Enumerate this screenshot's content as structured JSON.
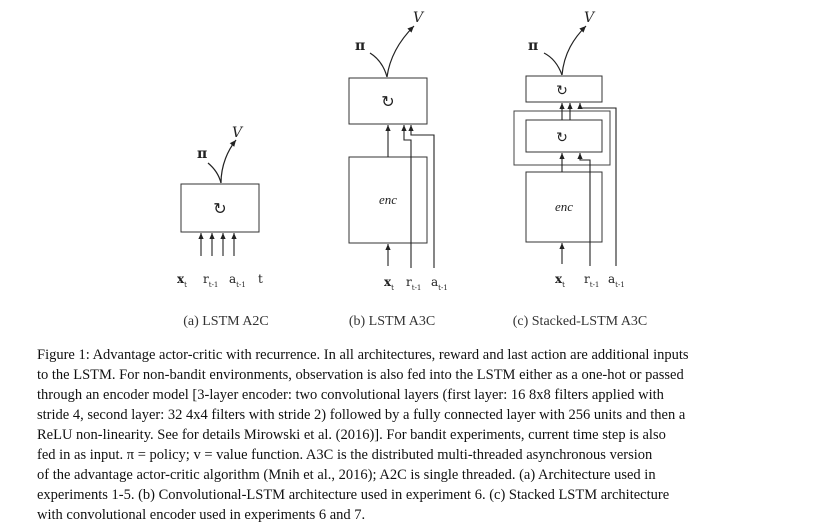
{
  "figure": {
    "panels": [
      {
        "id": "a",
        "outputs": {
          "policy": "π",
          "value": "V"
        },
        "core_symbol": "↻",
        "enc_label": "",
        "inputs": [
          {
            "main": "x",
            "sub": "t"
          },
          {
            "main": "r",
            "sub": "t-1"
          },
          {
            "main": "a",
            "sub": "t-1"
          },
          {
            "main": "t",
            "sub": ""
          }
        ],
        "subcaption": "(a) LSTM A2C"
      },
      {
        "id": "b",
        "outputs": {
          "policy": "π",
          "value": "V"
        },
        "core_symbol": "↻",
        "enc_label": "enc",
        "inputs": [
          {
            "main": "x",
            "sub": "t"
          },
          {
            "main": "r",
            "sub": "t-1"
          },
          {
            "main": "a",
            "sub": "t-1"
          }
        ],
        "subcaption": "(b) LSTM A3C"
      },
      {
        "id": "c",
        "outputs": {
          "policy": "π",
          "value": "V"
        },
        "core_symbol": "↻",
        "enc_label": "enc",
        "inputs": [
          {
            "main": "x",
            "sub": "t"
          },
          {
            "main": "r",
            "sub": "t-1"
          },
          {
            "main": "a",
            "sub": "t-1"
          }
        ],
        "subcaption": "(c) Stacked-LSTM A3C"
      }
    ],
    "caption_lines": [
      "Figure 1: Advantage actor-critic with recurrence. In all architectures, reward and last action are additional inputs",
      "to the LSTM. For non-bandit environments, observation is also fed into the LSTM either as a one-hot or passed",
      "through an encoder model [3-layer encoder: two convolutional layers (first layer: 16 8x8 filters applied with",
      "stride 4, second layer: 32 4x4 filters with stride 2) followed by a fully connected layer with 256 units and then a",
      "ReLU non-linearity. See for details Mirowski et al. (2016)]. For bandit experiments, current time step is also",
      "fed in as input. π = policy; v = value function. A3C is the distributed multi-threaded asynchronous version",
      "of the advantage actor-critic algorithm (Mnih et al., 2016); A2C is single threaded. (a) Architecture used in",
      "experiments 1-5. (b) Convolutional-LSTM architecture used in experiment 6. (c) Stacked LSTM architecture",
      "with convolutional encoder used in experiments 6 and 7."
    ]
  }
}
